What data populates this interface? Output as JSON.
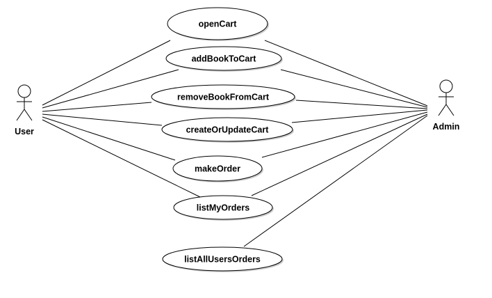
{
  "diagram": {
    "type": "use-case",
    "actors": [
      {
        "id": "user",
        "label": "User"
      },
      {
        "id": "admin",
        "label": "Admin"
      }
    ],
    "use_cases": [
      {
        "id": "openCart",
        "label": "openCart"
      },
      {
        "id": "addBookToCart",
        "label": "addBookToCart"
      },
      {
        "id": "removeBookFromCart",
        "label": "removeBookFromCart"
      },
      {
        "id": "createOrUpdateCart",
        "label": "createOrUpdateCart"
      },
      {
        "id": "makeOrder",
        "label": "makeOrder"
      },
      {
        "id": "listMyOrders",
        "label": "listMyOrders"
      },
      {
        "id": "listAllUsersOrders",
        "label": "listAllUsersOrders"
      }
    ],
    "associations": [
      {
        "actor": "user",
        "use_case": "openCart"
      },
      {
        "actor": "user",
        "use_case": "addBookToCart"
      },
      {
        "actor": "user",
        "use_case": "removeBookFromCart"
      },
      {
        "actor": "user",
        "use_case": "createOrUpdateCart"
      },
      {
        "actor": "user",
        "use_case": "makeOrder"
      },
      {
        "actor": "user",
        "use_case": "listMyOrders"
      },
      {
        "actor": "admin",
        "use_case": "openCart"
      },
      {
        "actor": "admin",
        "use_case": "addBookToCart"
      },
      {
        "actor": "admin",
        "use_case": "removeBookFromCart"
      },
      {
        "actor": "admin",
        "use_case": "createOrUpdateCart"
      },
      {
        "actor": "admin",
        "use_case": "makeOrder"
      },
      {
        "actor": "admin",
        "use_case": "listMyOrders"
      },
      {
        "actor": "admin",
        "use_case": "listAllUsersOrders"
      }
    ]
  }
}
